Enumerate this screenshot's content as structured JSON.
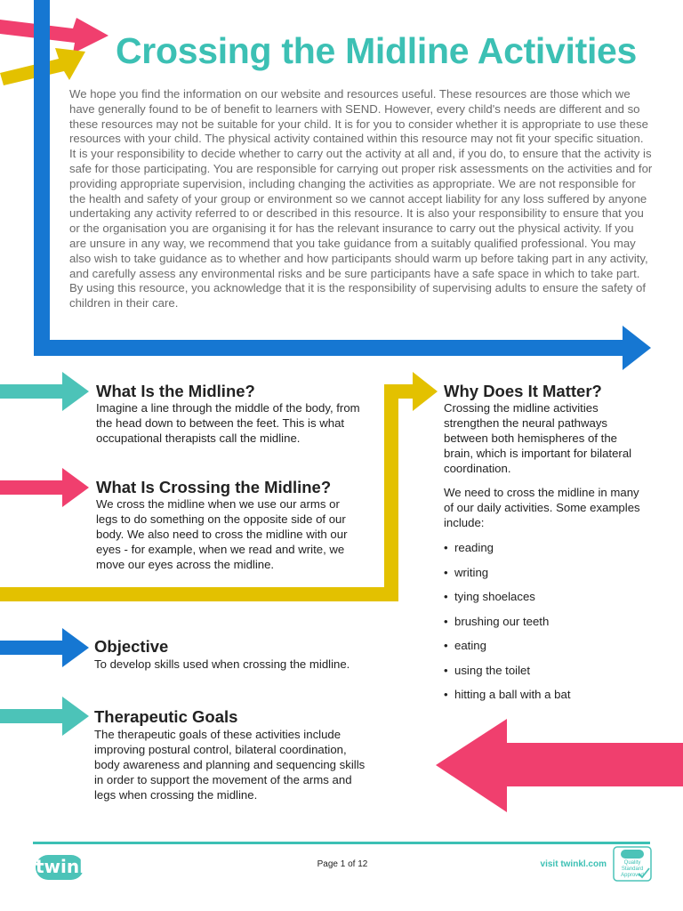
{
  "document": {
    "title": "Crossing the Midline Activities",
    "disclaimer": "We hope you find the information on our website and resources useful. These resources are those which we have generally found to be of benefit to learners with SEND. However, every child's needs are different and so these resources may not be suitable for your child. It is for you to consider whether it is appropriate to use these resources with your child. The physical activity contained within this resource may not fit your specific situation. It is your responsibility to decide whether to carry out the activity at all and, if you do, to ensure that the activity is safe for those participating. You are responsible for carrying out proper risk assessments on the activities and for providing appropriate supervision, including changing the activities as appropriate. We are not responsible for the health and safety of your group or environment so we cannot accept liability for any loss suffered by anyone undertaking any activity referred to or described in this resource. It is also your responsibility to ensure that you or the organisation you are organising it for has the relevant insurance to carry out the physical activity. If you are unsure in any way, we recommend that you take guidance from a suitably qualified professional. You may also wish to take guidance as to whether and how participants should warm up before taking part in any activity, and carefully assess any environmental risks and be sure participants have a safe space in which to take part. By using this resource, you acknowledge that it is the responsibility of supervising adults to ensure the safety of children in their care."
  },
  "sections": {
    "midline": {
      "heading": "What Is the Midline?",
      "body": "Imagine a line through the middle of the body, from the head down to between the feet. This is what occupational therapists call the midline."
    },
    "crossing": {
      "heading": "What Is Crossing the Midline?",
      "body": "We cross the midline when we use our arms or legs to do something on the opposite side of our body. We also need to cross the midline with our eyes - for example, when we read and write, we move our eyes across the midline."
    },
    "objective": {
      "heading": "Objective",
      "body": "To develop skills used when crossing the midline."
    },
    "goals": {
      "heading": "Therapeutic Goals",
      "body": "The therapeutic goals of these activities include improving postural control, bilateral coordination, body awareness and planning and sequencing skills in order to support the movement of the arms and legs when crossing the midline."
    },
    "why": {
      "heading": "Why Does It Matter?",
      "para1": "Crossing the midline activities strengthen the neural pathways between both hemispheres of the brain, which is important for bilateral coordination.",
      "para2": "We need to cross the midline in many of our daily activities. Some examples include:",
      "examples": [
        "reading",
        "writing",
        "tying shoelaces",
        "brushing our teeth",
        "eating",
        "using the toilet",
        "hitting a ball with a bat"
      ]
    }
  },
  "footer": {
    "logo": "twinkl",
    "page": "Page 1 of 12",
    "visit": "visit twinkl.com",
    "badge": "Quality Standard Approved"
  },
  "colors": {
    "blue": "#1677d2",
    "teal": "#4cc3b8",
    "pink": "#f03f6e",
    "yellow": "#e3c100"
  },
  "icons": [
    "arrow-right-icon",
    "arrow-left-icon",
    "twinkl-logo",
    "quality-badge-icon"
  ]
}
